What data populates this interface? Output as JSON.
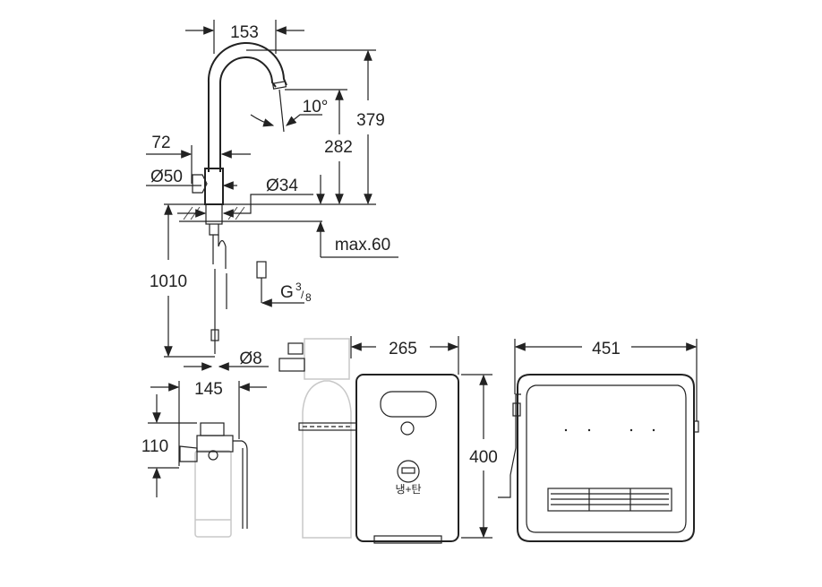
{
  "drawing": {
    "faucet": {
      "spout_reach": "153",
      "spout_angle": "10°",
      "total_height": "379",
      "spout_height": "282",
      "base_offset": "72",
      "base_diameter": "Ø50",
      "hole_diameter": "Ø34",
      "counter_thickness": "max.60",
      "hose_length": "1010",
      "connection_thread": "G",
      "thread_num": "3",
      "thread_den": "8",
      "hose_diameter": "Ø8"
    },
    "filter": {
      "width": "145",
      "height": "110"
    },
    "chiller_side": {
      "depth": "265",
      "height": "400",
      "panel_label": "냉+탄"
    },
    "chiller_front": {
      "width": "451"
    }
  }
}
